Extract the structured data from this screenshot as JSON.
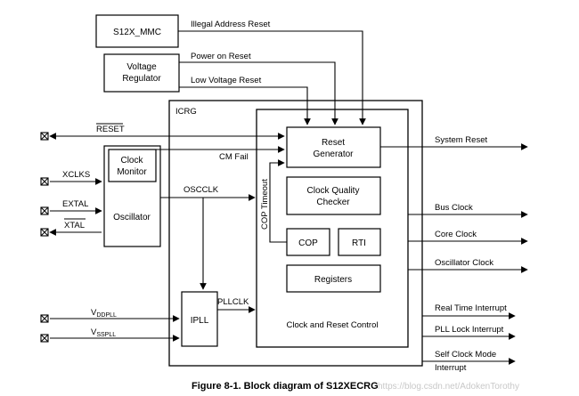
{
  "blocks": {
    "mmc": "S12X_MMC",
    "voltage_regulator": [
      "Voltage",
      "Regulator"
    ],
    "icrg": "ICRG",
    "clock_monitor": [
      "Clock",
      "Monitor"
    ],
    "oscillator": "Oscillator",
    "reset_generator": [
      "Reset",
      "Generator"
    ],
    "clock_quality_checker": [
      "Clock Quality",
      "Checker"
    ],
    "cop": "COP",
    "rti": "RTI",
    "registers": "Registers",
    "iplL": "IPLL",
    "clock_reset_control": "Clock and Reset Control"
  },
  "signals": {
    "illegal_address_reset": "Illegal Address Reset",
    "power_on_reset": "Power on Reset",
    "low_voltage_reset": "Low Voltage Reset",
    "reset_pin": "RESET",
    "cm_fail": "CM Fail",
    "oscclk": "OSCCLK",
    "cop_timeout": "COP Timeout",
    "pllclk": "PLLCLK",
    "xclks": "XCLKS",
    "extal": "EXTAL",
    "xtal": "XTAL",
    "vddpll_main": "V",
    "vddpll_sub": "DDPLL",
    "vsspll_main": "V",
    "vsspll_sub": "SSPLL"
  },
  "outputs": {
    "system_reset": "System Reset",
    "bus_clock": "Bus Clock",
    "core_clock": "Core Clock",
    "oscillator_clock": "Oscillator Clock",
    "real_time_interrupt": "Real Time Interrupt",
    "pll_lock_interrupt": "PLL Lock Interrupt",
    "self_clock_mode": "Self Clock Mode",
    "interrupt": "Interrupt"
  },
  "caption": "Figure 8-1. Block diagram of S12XECRG",
  "watermark": "https://blog.csdn.net/AdokenTorothy"
}
